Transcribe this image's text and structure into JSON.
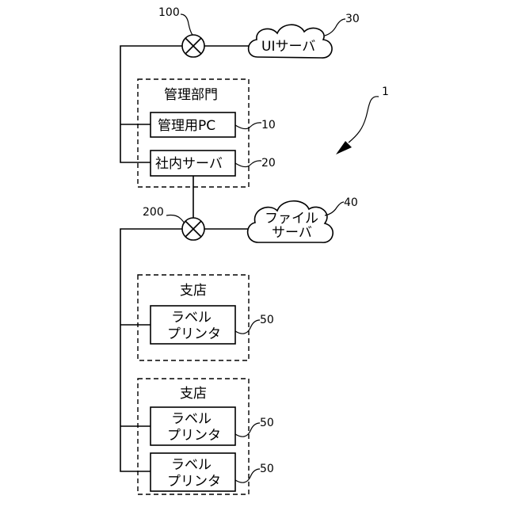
{
  "nodes": {
    "junction_top": {
      "ref": "100"
    },
    "ui_server": {
      "label": "UIサーバ",
      "ref": "30"
    },
    "management_dept": {
      "label": "管理部門"
    },
    "management_pc": {
      "label": "管理用PC",
      "ref": "10"
    },
    "internal_server": {
      "label": "社内サーバ",
      "ref": "20"
    },
    "junction_bottom": {
      "ref": "200"
    },
    "file_server": {
      "line1": "ファイル",
      "line2": "サーバ",
      "ref": "40"
    },
    "system": {
      "ref": "1"
    },
    "branch_1": {
      "label": "支店",
      "printers": [
        {
          "line1": "ラベル",
          "line2": "プリンタ",
          "ref": "50"
        }
      ]
    },
    "branch_2": {
      "label": "支店",
      "printers": [
        {
          "line1": "ラベル",
          "line2": "プリンタ",
          "ref": "50"
        },
        {
          "line1": "ラベル",
          "line2": "プリンタ",
          "ref": "50"
        }
      ]
    }
  }
}
